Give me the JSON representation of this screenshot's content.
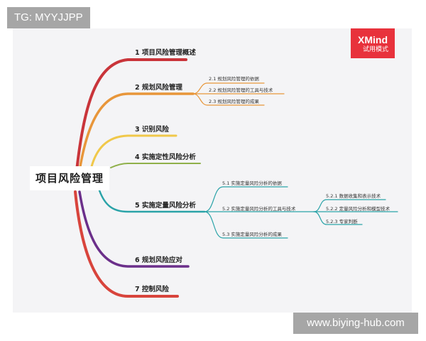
{
  "watermarks": {
    "top_left": "TG: MYYJJPP",
    "bottom_right": "www.biying-hub.com"
  },
  "badge": {
    "brand": "XMind",
    "subtitle": "试用模式",
    "color": "#e8323c"
  },
  "mindmap": {
    "root": "项目风险管理",
    "branches": [
      {
        "label": "1 项目风险管理概述",
        "color": "#c9343a",
        "children": []
      },
      {
        "label": "2 规划风险管理",
        "color": "#e8963a",
        "children": [
          {
            "label": "2.1 规划风险管理的依据"
          },
          {
            "label": "2.2 规划风险管理的工具与技术"
          },
          {
            "label": "2.3 规划风险管理的成果"
          }
        ]
      },
      {
        "label": "3 识别风险",
        "color": "#f0c84a",
        "children": []
      },
      {
        "label": "4 实施定性风险分析",
        "color": "#8fb04a",
        "children": []
      },
      {
        "label": "5 实施定量风险分析",
        "color": "#2aa3a8",
        "children": [
          {
            "label": "5.1 实施定量风险分析的依据"
          },
          {
            "label": "5.2 实施定量风险分析的工具与技术",
            "children": [
              {
                "label": "5.2.1 数据收集和表示技术"
              },
              {
                "label": "5.2.2 定量风险分析和模型技术"
              },
              {
                "label": "5.2.3 专家判断"
              }
            ]
          },
          {
            "label": "5.3 实施定量风险分析的成果"
          }
        ]
      },
      {
        "label": "6 规划风险应对",
        "color": "#6b2f8a",
        "children": []
      },
      {
        "label": "7 控制风险",
        "color": "#d8443c",
        "children": []
      }
    ]
  }
}
